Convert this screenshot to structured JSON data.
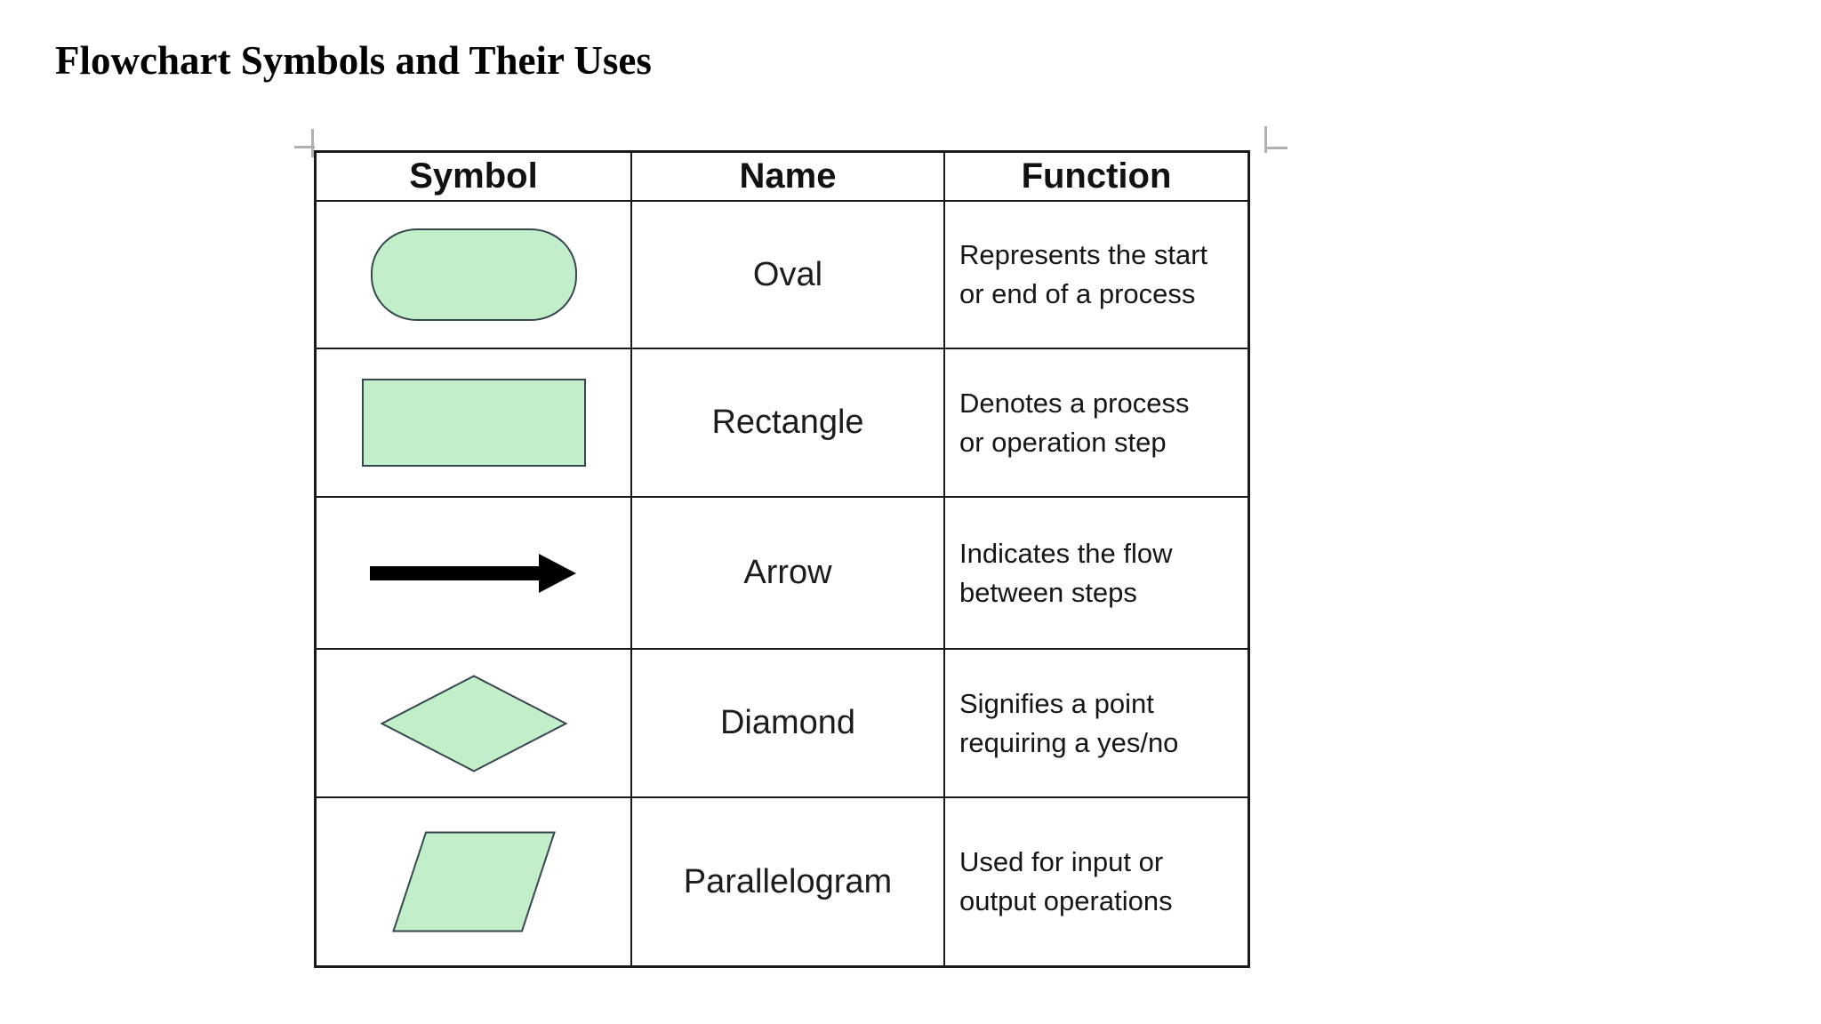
{
  "page": {
    "title": "Flowchart Symbols and Their Uses"
  },
  "colors": {
    "shape_fill": "#c2eec9",
    "shape_stroke": "#37474f",
    "arrow": "#000000",
    "table_border": "#1a1a1a",
    "handle": "#b0b0b0"
  },
  "table": {
    "headers": [
      "Symbol",
      "Name",
      "Function"
    ],
    "rows": [
      {
        "symbol": "oval",
        "name": "Oval",
        "function_lines": [
          "Represents the start",
          "or end of a process"
        ]
      },
      {
        "symbol": "rectangle",
        "name": "Rectangle",
        "function_lines": [
          "Denotes a process",
          "or operation step"
        ]
      },
      {
        "symbol": "arrow",
        "name": "Arrow",
        "function_lines": [
          "Indicates the flow",
          "between steps"
        ]
      },
      {
        "symbol": "diamond",
        "name": "Diamond",
        "function_lines": [
          "Signifies a point",
          "requiring a yes/no"
        ]
      },
      {
        "symbol": "parallelogram",
        "name": "Parallelogram",
        "function_lines": [
          "Used for input or",
          "output operations"
        ]
      }
    ]
  }
}
